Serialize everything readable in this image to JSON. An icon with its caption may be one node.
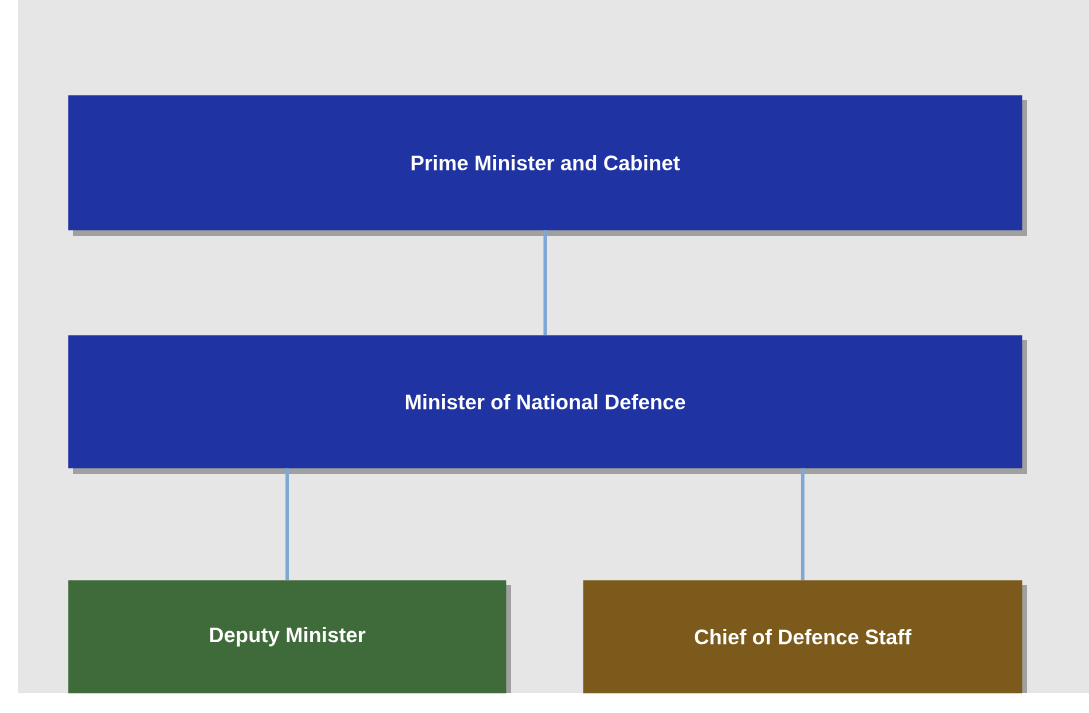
{
  "diagram": {
    "nodes": [
      {
        "text": [
          "Prime Minister and Cabinet"
        ]
      },
      {
        "text": [
          "Minister of National Defence"
        ]
      },
      {
        "text": [
          "Deputy Minister"
        ]
      },
      {
        "text": [
          "Chief of Defence Staff"
        ]
      }
    ],
    "edges": [
      {
        "from": 0,
        "to": 1,
        "arrow": "none"
      },
      {
        "from": 1,
        "to": 2,
        "arrow": "none"
      },
      {
        "from": 1,
        "to": 3,
        "arrow": "none"
      }
    ]
  }
}
